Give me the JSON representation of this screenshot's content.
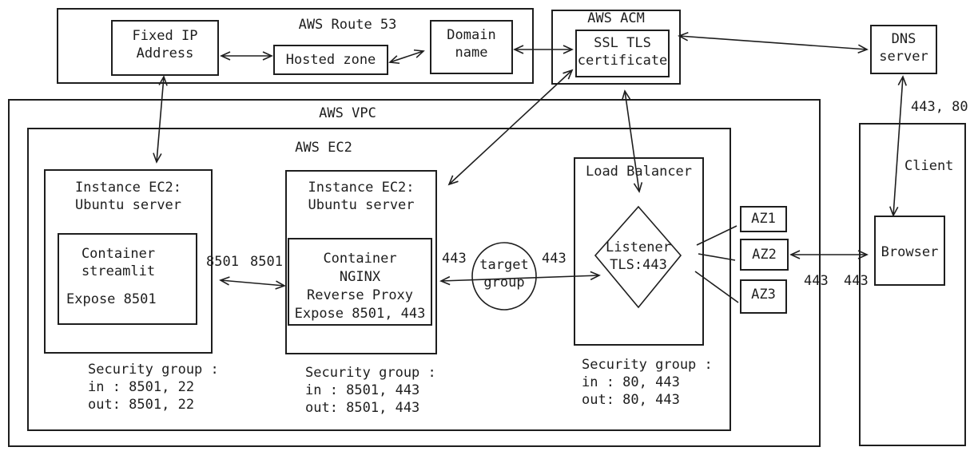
{
  "route53": {
    "title": "AWS Route 53",
    "fixed_ip": "Fixed IP\nAddress",
    "hosted_zone": "Hosted zone",
    "domain_name": "Domain\nname"
  },
  "acm": {
    "title": "AWS ACM",
    "certificate": "SSL TLS\ncertificate"
  },
  "dns": {
    "label": "DNS\nserver",
    "ports": "443, 80"
  },
  "vpc": {
    "title": "AWS VPC"
  },
  "ec2": {
    "title": "AWS EC2",
    "instance_streamlit": {
      "title": "Instance EC2:\nUbuntu server",
      "container": "Container\nstreamlit",
      "expose": "Expose 8501",
      "security": "Security group :\nin : 8501, 22\nout: 8501, 22"
    },
    "instance_nginx": {
      "title": "Instance EC2:\nUbuntu server",
      "container": "Container\nNGINX\nReverse Proxy\nExpose 8501, 443",
      "security": "Security group :\nin : 8501, 443\nout: 8501, 443"
    },
    "port_left": "8501",
    "port_right": "8501",
    "target_group": "target\ngroup",
    "tg_port_left": "443",
    "tg_port_right": "443",
    "load_balancer": {
      "title": "Load Balancer",
      "listener": "Listener\nTLS:443",
      "security": "Security group :\nin : 80, 443\nout: 80, 443"
    }
  },
  "zones": [
    "AZ1",
    "AZ2",
    "AZ3"
  ],
  "client": {
    "label": "Client",
    "browser": "Browser",
    "port_left": "443",
    "port_right": "443"
  }
}
